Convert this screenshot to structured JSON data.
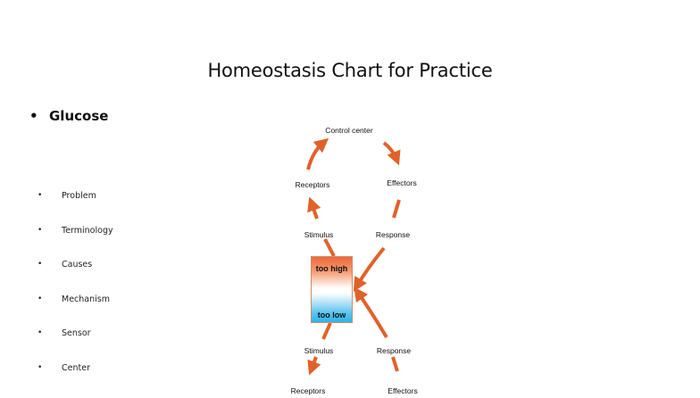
{
  "slide": {
    "title": "Homeostasis Chart for Practice",
    "topic": {
      "bullet": "•",
      "label": "Glucose"
    },
    "sub_items": [
      {
        "bullet": "•",
        "label": "Problem"
      },
      {
        "bullet": "•",
        "label": "Terminology"
      },
      {
        "bullet": "•",
        "label": "Causes"
      },
      {
        "bullet": "•",
        "label": "Mechanism"
      },
      {
        "bullet": "•",
        "label": "Sensor"
      },
      {
        "bullet": "•",
        "label": "Center"
      }
    ]
  },
  "diagram": {
    "arrow_color": "#e0622a",
    "upper_loop": {
      "control_center": "Control center",
      "receptors": "Receptors",
      "effectors": "Effectors",
      "stimulus": "Stimulus",
      "response": "Response"
    },
    "gauge": {
      "too_high": "too high",
      "too_low": "too low",
      "top_color": "#ee6a3a",
      "bottom_color": "#2bb5ea"
    },
    "lower_loop": {
      "stimulus": "Stimulus",
      "response": "Response",
      "receptors": "Receptors",
      "effectors": "Effectors"
    }
  }
}
